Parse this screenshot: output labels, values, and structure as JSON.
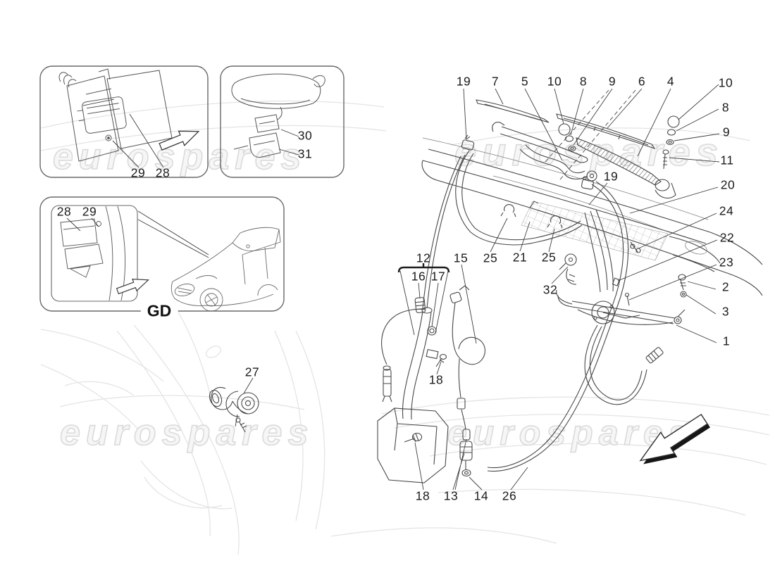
{
  "watermark": {
    "text": "eurospares"
  },
  "caption": {
    "text": "GD"
  },
  "callouts": [
    {
      "label": "19"
    },
    {
      "label": "7"
    },
    {
      "label": "5"
    },
    {
      "label": "10"
    },
    {
      "label": "8"
    },
    {
      "label": "9"
    },
    {
      "label": "6"
    },
    {
      "label": "4"
    },
    {
      "label": "10"
    },
    {
      "label": "8"
    },
    {
      "label": "9"
    },
    {
      "label": "11"
    },
    {
      "label": "20"
    },
    {
      "label": "24"
    },
    {
      "label": "22"
    },
    {
      "label": "23"
    },
    {
      "label": "2"
    },
    {
      "label": "3"
    },
    {
      "label": "1"
    },
    {
      "label": "19"
    },
    {
      "label": "25"
    },
    {
      "label": "21"
    },
    {
      "label": "25"
    },
    {
      "label": "32"
    },
    {
      "label": "12"
    },
    {
      "label": "16"
    },
    {
      "label": "17"
    },
    {
      "label": "15"
    },
    {
      "label": "18"
    },
    {
      "label": "18"
    },
    {
      "label": "13"
    },
    {
      "label": "14"
    },
    {
      "label": "26"
    },
    {
      "label": "27"
    },
    {
      "label": "29"
    },
    {
      "label": "28"
    },
    {
      "label": "30"
    },
    {
      "label": "31"
    },
    {
      "label": "28"
    },
    {
      "label": "29"
    }
  ]
}
